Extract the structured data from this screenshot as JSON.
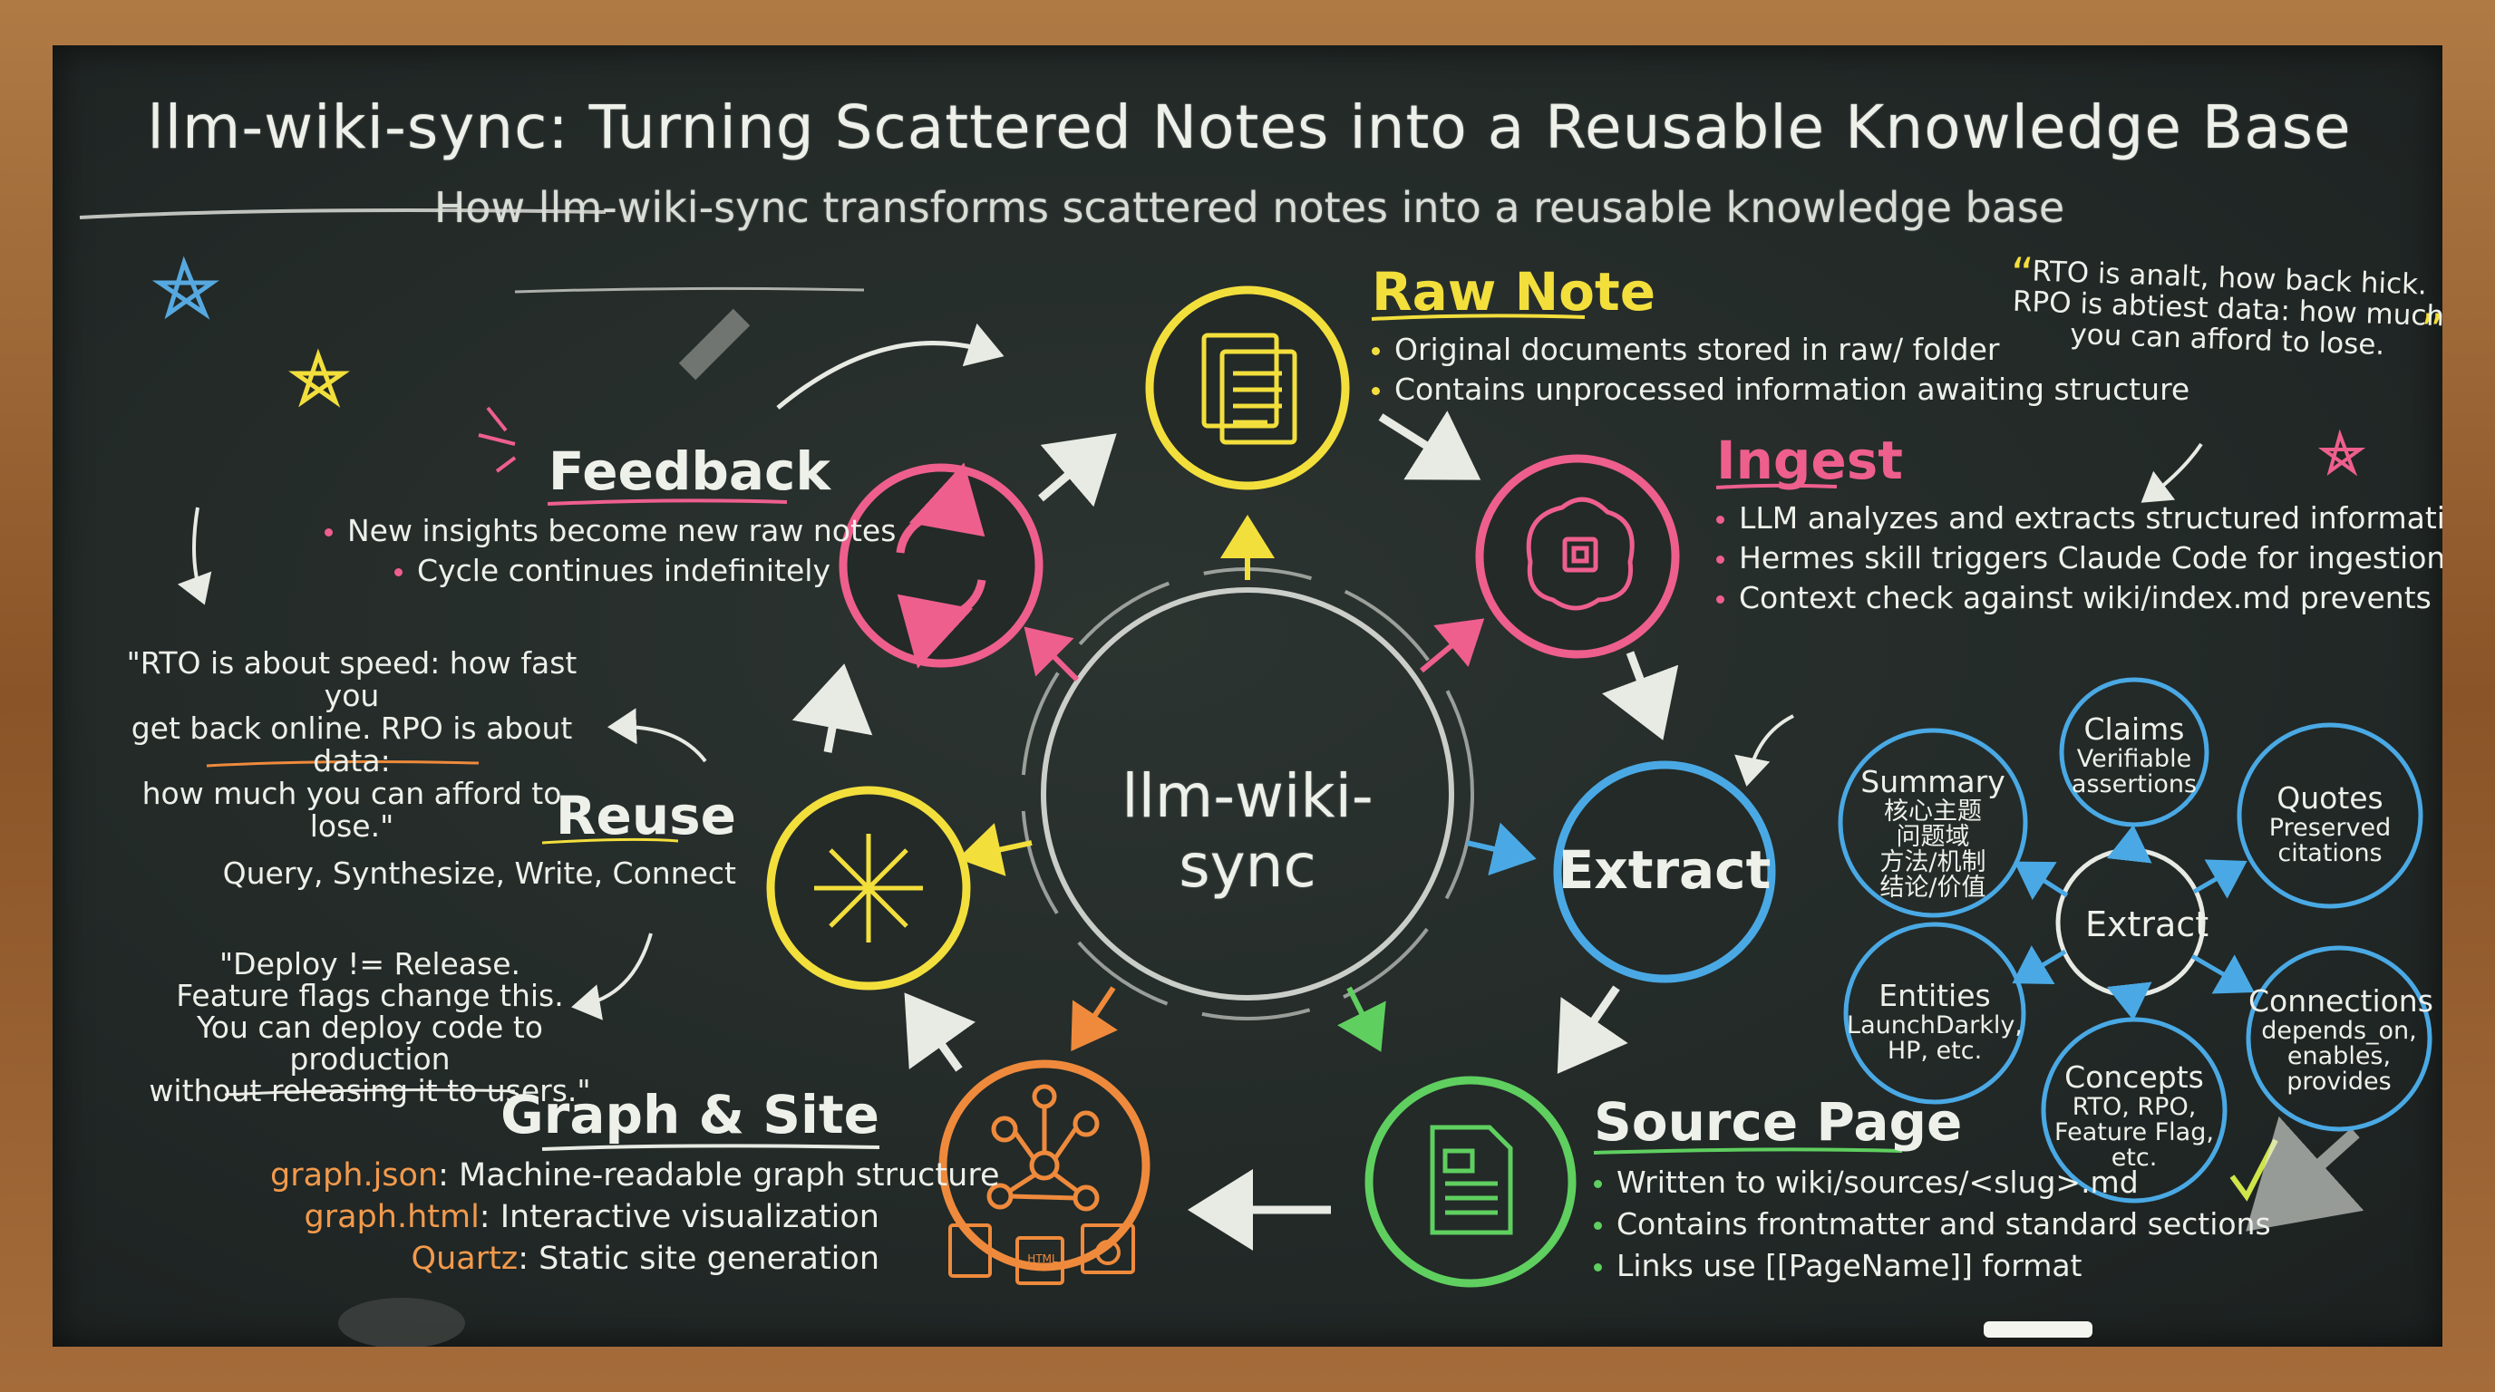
{
  "title": "llm-wiki-sync: Turning Scattered Notes into a Reusable Knowledge Base",
  "subtitle": "How llm-wiki-sync transforms scattered notes into a reusable knowledge base",
  "center": {
    "label": "llm-wiki-sync"
  },
  "colors": {
    "yellow": "#f3df3c",
    "pink": "#ee5f8e",
    "blue": "#4aa9e4",
    "green": "#5fcf5f",
    "orange": "#ef8a3c",
    "chalk": "#eef0ea",
    "board": "#232a28"
  },
  "stages": {
    "raw_note": {
      "heading": "Raw Note",
      "icon": "document-stack-icon",
      "bullets": [
        "Original documents stored in raw/ folder",
        "Contains unprocessed information awaiting structure"
      ]
    },
    "ingest": {
      "heading": "Ingest",
      "icon": "brain-chip-icon",
      "bullets": [
        "LLM analyzes and extracts structured information",
        "Hermes skill triggers Claude Code for ingestion",
        "Context check against wiki/index.md prevents duplicates"
      ]
    },
    "extract": {
      "heading": "Extract"
    },
    "source_page": {
      "heading": "Source Page",
      "icon": "file-page-icon",
      "bullets": [
        "Written to wiki/sources/<slug>.md",
        "Contains frontmatter and standard sections",
        "Links use [[PageName]] format"
      ]
    },
    "graph_site": {
      "heading": "Graph & Site",
      "icon": "network-graph-icon",
      "file_badge": "HTML",
      "lines": [
        {
          "key": "graph.json",
          "text": ": Machine-readable graph structure"
        },
        {
          "key": "graph.html",
          "text": ": Interactive visualization"
        },
        {
          "key": "Quartz",
          "text": ": Static site generation"
        }
      ]
    },
    "reuse": {
      "heading": "Reuse",
      "icon": "arrows-outward-icon",
      "text": "Query, Synthesize, Write, Connect"
    },
    "feedback": {
      "heading": "Feedback",
      "icon": "refresh-cycle-icon",
      "bullets": [
        "New insights become new raw notes",
        "Cycle continues indefinitely"
      ]
    }
  },
  "extract_map": {
    "center": "Extract",
    "nodes": {
      "summary": {
        "title": "Summary",
        "sub": [
          "核心主题",
          "问题域",
          "方法/机制",
          "结论/价值"
        ]
      },
      "claims": {
        "title": "Claims",
        "sub": [
          "Verifiable",
          "assertions"
        ]
      },
      "quotes": {
        "title": "Quotes",
        "sub": [
          "Preserved",
          "citations"
        ]
      },
      "connections": {
        "title": "Connections",
        "sub": [
          "depends_on,",
          "enables,",
          "provides"
        ]
      },
      "concepts": {
        "title": "Concepts",
        "sub": [
          "RTO, RPO,",
          "Feature Flag,",
          "etc."
        ]
      },
      "entities": {
        "title": "Entities",
        "sub": [
          "LaunchDarkly,",
          "HP, etc."
        ]
      }
    }
  },
  "quotes": {
    "top_right": [
      "RTO is analt, how back hick.",
      "RPO is abtiest data: how much",
      "you can afford to lose."
    ],
    "left_rto": [
      "\"RTO is about speed: how fast you",
      "get back online. RPO is about data:",
      "how much you can afford to lose.\""
    ],
    "left_deploy": [
      "\"Deploy != Release.",
      "Feature flags change this.",
      "You can deploy code to production",
      "without releasing it to users.\""
    ]
  }
}
